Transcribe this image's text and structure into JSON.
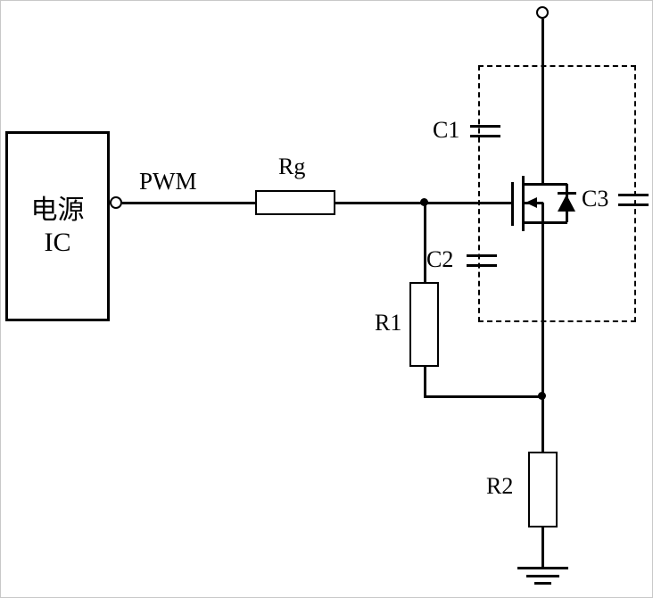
{
  "colors": {
    "background": "#ffffff",
    "line": "#000000",
    "text": "#000000"
  },
  "components": {
    "power_ic": {
      "line1": "电源",
      "line2": "IC"
    },
    "signal": {
      "pwm": "PWM"
    },
    "resistors": {
      "rg": "Rg",
      "r1": "R1",
      "r2": "R2"
    },
    "capacitors": {
      "c1": "C1",
      "c2": "C2",
      "c3": "C3"
    }
  }
}
